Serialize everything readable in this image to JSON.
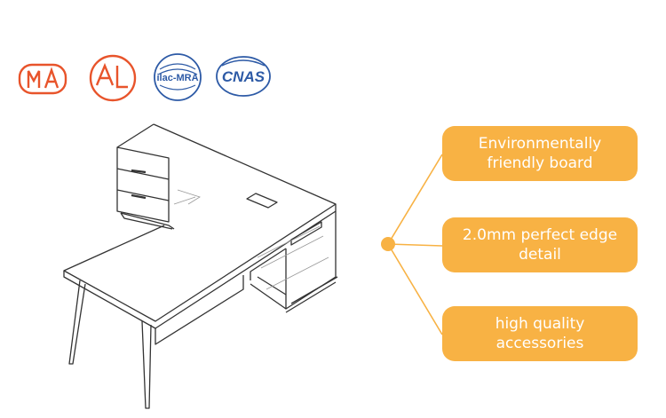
{
  "certifications": [
    {
      "icon": "cma-logo-icon",
      "text": "CMA",
      "color": "#e8542b"
    },
    {
      "icon": "cal-logo-icon",
      "text": "CAL",
      "color": "#e8542b"
    },
    {
      "icon": "ilac-mra-logo-icon",
      "text": "ilac-MRA",
      "color": "#2d5aa6"
    },
    {
      "icon": "cnas-logo-icon",
      "text": "CNAS",
      "color": "#2d5aa6"
    }
  ],
  "features": [
    {
      "label": "Environmentally friendly board"
    },
    {
      "label": "2.0mm perfect edge detail"
    },
    {
      "label": "high quality accessories"
    }
  ],
  "colors": {
    "accent": "#f8b244",
    "badge_text": "#ffffff",
    "sketch_line": "#333333"
  }
}
